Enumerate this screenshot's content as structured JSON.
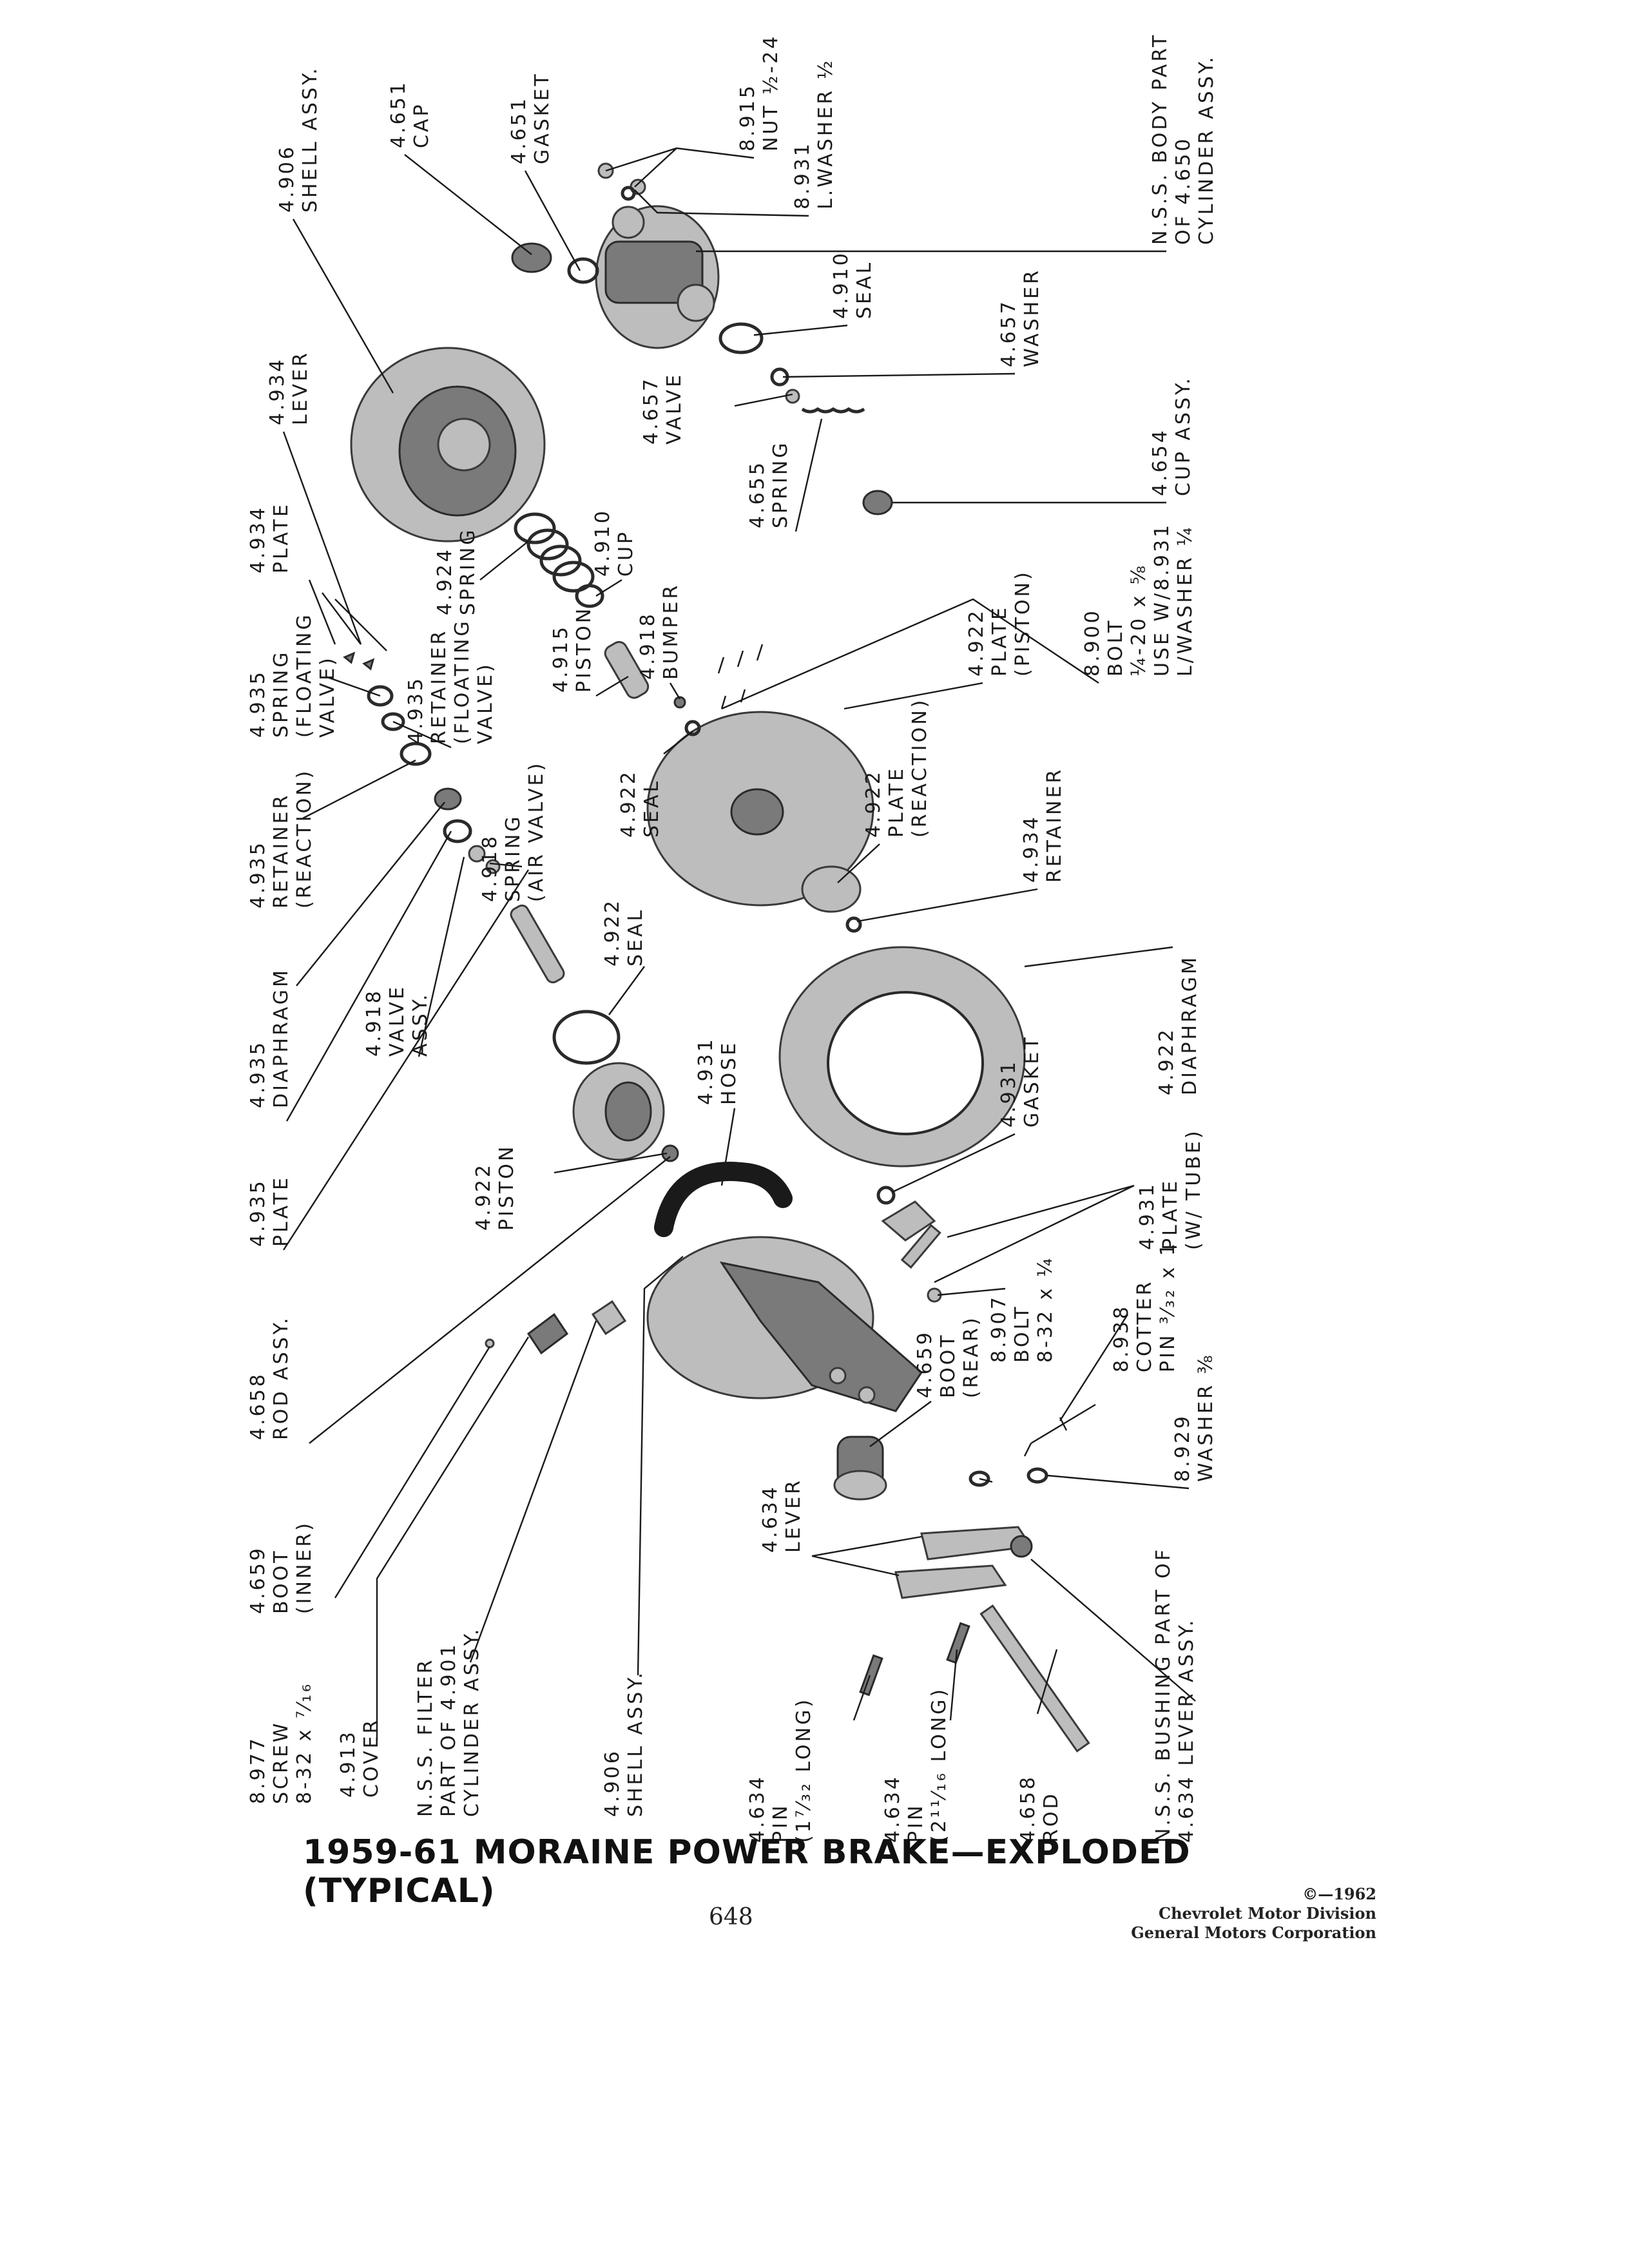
{
  "labels": [
    {
      "id": "cap",
      "lines": [
        "4.651",
        "CAP"
      ]
    },
    {
      "id": "gasket-top",
      "lines": [
        "4.651",
        "GASKET"
      ]
    },
    {
      "id": "nut",
      "lines": [
        "8.915",
        "NUT ½-24"
      ]
    },
    {
      "id": "lwasher",
      "lines": [
        "8.931",
        "L.WASHER ½"
      ]
    },
    {
      "id": "nss-body",
      "lines": [
        "N.S.S. BODY PART",
        "OF 4.650",
        "CYLINDER ASSY."
      ]
    },
    {
      "id": "shell-top",
      "lines": [
        "4.906",
        "SHELL ASSY."
      ]
    },
    {
      "id": "seal-top",
      "lines": [
        "4.910",
        "SEAL"
      ]
    },
    {
      "id": "washer-657",
      "lines": [
        "4.657",
        "WASHER"
      ]
    },
    {
      "id": "valve-657",
      "lines": [
        "4.657",
        "VALVE"
      ]
    },
    {
      "id": "lever-934",
      "lines": [
        "4.934",
        "LEVER"
      ]
    },
    {
      "id": "spring-655",
      "lines": [
        "4.655",
        "SPRING"
      ]
    },
    {
      "id": "cup-654",
      "lines": [
        "4.654",
        "CUP ASSY."
      ]
    },
    {
      "id": "plate-934",
      "lines": [
        "4.934",
        "PLATE"
      ]
    },
    {
      "id": "spring-924",
      "lines": [
        "4.924",
        "SPRING"
      ]
    },
    {
      "id": "cup-910",
      "lines": [
        "4.910",
        "CUP"
      ]
    },
    {
      "id": "spring-935",
      "lines": [
        "4.935",
        "SPRING",
        "(FLOATING",
        "VALVE)"
      ]
    },
    {
      "id": "retainer-floating",
      "lines": [
        "4.935",
        "RETAINER",
        "(FLOATING",
        "VALVE)"
      ]
    },
    {
      "id": "piston-915",
      "lines": [
        "4.915",
        "PISTON"
      ]
    },
    {
      "id": "bumper-918",
      "lines": [
        "4.918",
        "BUMPER"
      ]
    },
    {
      "id": "bolt-900",
      "lines": [
        "8.900",
        "BOLT",
        "¼-20 x ⅝",
        "USE W/8.931",
        "L/WASHER ¼"
      ]
    },
    {
      "id": "plate-piston",
      "lines": [
        "4.922",
        "PLATE",
        "(PISTON)"
      ]
    },
    {
      "id": "retainer-reaction",
      "lines": [
        "4.935",
        "RETAINER",
        "(REACTION)"
      ]
    },
    {
      "id": "seal-922a",
      "lines": [
        "4.922",
        "SEAL"
      ]
    },
    {
      "id": "spring-air",
      "lines": [
        "4.918",
        "SPRING",
        "(AIR VALVE)"
      ]
    },
    {
      "id": "plate-reaction",
      "lines": [
        "4.922",
        "PLATE",
        "(REACTION)"
      ]
    },
    {
      "id": "diaphragm-935",
      "lines": [
        "4.935",
        "DIAPHRAGM"
      ]
    },
    {
      "id": "retainer-934",
      "lines": [
        "4.934",
        "RETAINER"
      ]
    },
    {
      "id": "seal-922b",
      "lines": [
        "4.922",
        "SEAL"
      ]
    },
    {
      "id": "plate-935",
      "lines": [
        "4.935",
        "PLATE"
      ]
    },
    {
      "id": "valve-assy",
      "lines": [
        "4.918",
        "VALVE",
        "ASSY."
      ]
    },
    {
      "id": "diaphragm-922",
      "lines": [
        "4.922",
        "DIAPHRAGM"
      ]
    },
    {
      "id": "hose-931",
      "lines": [
        "4.931",
        "HOSE"
      ]
    },
    {
      "id": "gasket-931",
      "lines": [
        "4.931",
        "GASKET"
      ]
    },
    {
      "id": "piston-922",
      "lines": [
        "4.922",
        "PISTON"
      ]
    },
    {
      "id": "plate-tube",
      "lines": [
        "4.931",
        "PLATE",
        "(W/ TUBE)"
      ]
    },
    {
      "id": "rod-assy",
      "lines": [
        "4.658",
        "ROD ASSY."
      ]
    },
    {
      "id": "bolt-907",
      "lines": [
        "8.907",
        "BOLT",
        "8-32 x ¼"
      ]
    },
    {
      "id": "cotter",
      "lines": [
        "8.938",
        "COTTER",
        "PIN ³⁄₃₂ x 1"
      ]
    },
    {
      "id": "boot-rear",
      "lines": [
        "4.659",
        "BOOT",
        "(REAR)"
      ]
    },
    {
      "id": "boot-inner",
      "lines": [
        "4.659",
        "BOOT",
        "(INNER)"
      ]
    },
    {
      "id": "washer-929",
      "lines": [
        "8.929",
        "WASHER ⅜"
      ]
    },
    {
      "id": "lever-634",
      "lines": [
        "4.634",
        "LEVER"
      ]
    },
    {
      "id": "screw",
      "lines": [
        "8.977",
        "SCREW",
        "8-32 x ⁷⁄₁₆"
      ]
    },
    {
      "id": "cover",
      "lines": [
        "4.913",
        "COVER"
      ]
    },
    {
      "id": "nss-filter",
      "lines": [
        "N.S.S. FILTER",
        "PART OF 4.901",
        "CYLINDER ASSY."
      ]
    },
    {
      "id": "shell-bottom",
      "lines": [
        "4.906",
        "SHELL ASSY."
      ]
    },
    {
      "id": "pin-17",
      "lines": [
        "4.634",
        "PIN",
        "(1⁷⁄₃₂ LONG)"
      ]
    },
    {
      "id": "pin-211",
      "lines": [
        "4.634",
        "PIN",
        "(2¹¹⁄₁₆ LONG)"
      ]
    },
    {
      "id": "rod-658",
      "lines": [
        "4.658",
        "ROD"
      ]
    },
    {
      "id": "nss-bushing",
      "lines": [
        "N.S.S. BUSHING PART OF",
        "4.634 LEVER ASSY."
      ]
    }
  ],
  "title": "1959-61 MORAINE POWER BRAKE—EXPLODED (TYPICAL)",
  "page_number": "648",
  "copyright": {
    "line1": "©—1962",
    "line2": "Chevrolet Motor Division",
    "line3": "General Motors Corporation"
  }
}
